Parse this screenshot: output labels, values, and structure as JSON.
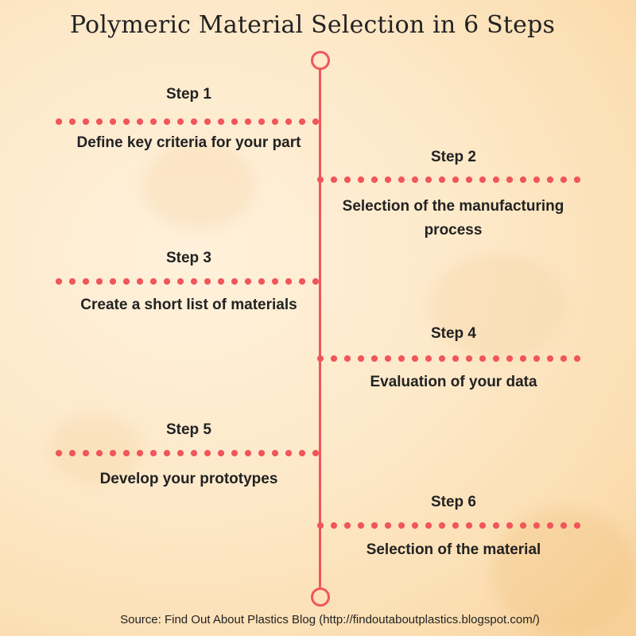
{
  "title": "Polymeric Material Selection in 6 Steps",
  "colors": {
    "accent": "#f0565a",
    "text": "#222222",
    "background": "#fde9c9"
  },
  "steps": [
    {
      "label": "Step 1",
      "text": "Define key criteria for your part",
      "side": "left"
    },
    {
      "label": "Step 2",
      "text": "Selection of the manufacturing process",
      "side": "right"
    },
    {
      "label": "Step 3",
      "text": "Create a short list of materials",
      "side": "left"
    },
    {
      "label": "Step 4",
      "text": "Evaluation of your data",
      "side": "right"
    },
    {
      "label": "Step 5",
      "text": "Develop your prototypes",
      "side": "left"
    },
    {
      "label": "Step 6",
      "text": "Selection of the material",
      "side": "right"
    }
  ],
  "footer": {
    "source": "Source: Find Out About Plastics Blog (http://findoutaboutplastics.blogspot.com/)"
  },
  "icons": {
    "timeline_start": "circle-node-icon",
    "timeline_end": "circle-node-icon"
  }
}
